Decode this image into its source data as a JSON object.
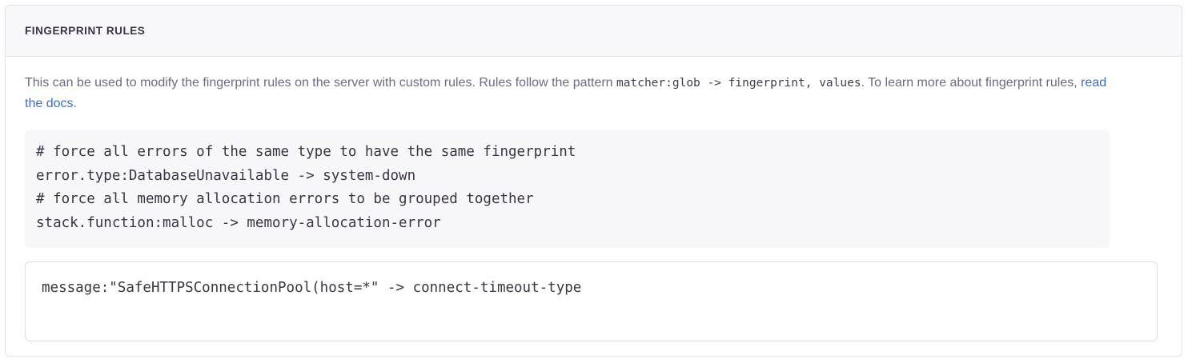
{
  "panel": {
    "title": "FINGERPRINT RULES",
    "description": {
      "part1": "This can be used to modify the fingerprint rules on the server with custom rules. Rules follow the pattern ",
      "inline_code": "matcher:glob -> fingerprint, values",
      "part2": ". To learn more about fingerprint rules, ",
      "link_text": "read the docs",
      "part3": "."
    },
    "example_code": {
      "lines": [
        "# force all errors of the same type to have the same fingerprint",
        "error.type:DatabaseUnavailable -> system-down",
        "# force all memory allocation errors to be grouped together",
        "stack.function:malloc -> memory-allocation-error"
      ]
    },
    "rules_input": {
      "value": "message:\"SafeHTTPSConnectionPool(host=*\" -> connect-timeout-type",
      "placeholder": ""
    }
  },
  "colors": {
    "panel_border": "#e1e1e8",
    "header_bg": "#f8f8fa",
    "title_text": "#3c3444",
    "body_text": "#6d6a84",
    "link": "#3b6ecc",
    "code_bg": "#f7f7fa",
    "code_text": "#3c3444",
    "input_border": "#dedde6"
  }
}
